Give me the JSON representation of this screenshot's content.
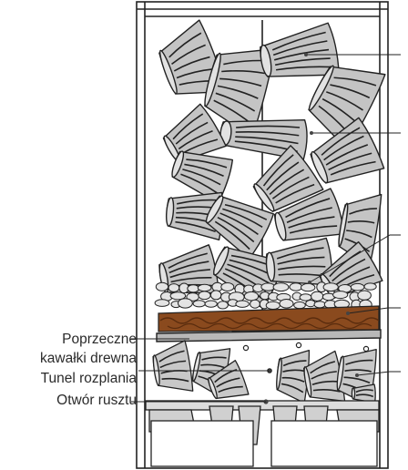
{
  "labels": {
    "cross_wood_line1": "Poprzeczne",
    "cross_wood_line2": "kawałki drewna",
    "ignition_tunnel": "Tunel rozplania",
    "grate_opening": "Otwór rusztu"
  },
  "colors": {
    "outline": "#222222",
    "wood_fill": "#c4c4c4",
    "wood_light": "#d6d6d6",
    "stone_fill": "#e4e4e4",
    "ember_fill": "#8a4a1e",
    "ember_dark": "#5a2c0e",
    "grate_fill": "#d0d0d0",
    "background": "#ffffff",
    "label_text": "#2a2a2a"
  }
}
